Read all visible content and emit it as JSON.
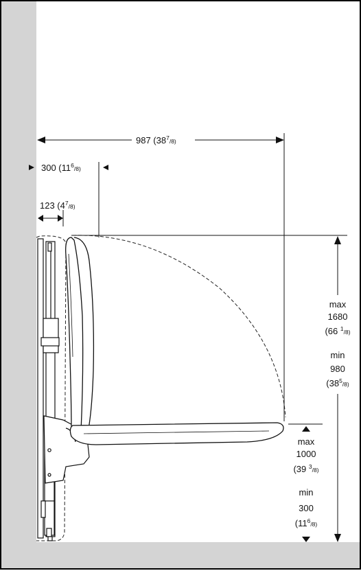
{
  "colors": {
    "wall": "#d4d4d4",
    "line": "#111111",
    "frame": "#000000",
    "background": "#ffffff"
  },
  "dimensions": {
    "overall_width": {
      "value": "987 (38",
      "sup": "7",
      "frac": "/8)"
    },
    "seat_offset": {
      "value": "300 (11",
      "sup": "6",
      "frac": "/8)"
    },
    "bracket_depth": {
      "value": "123 (4",
      "sup": "7",
      "frac": "/8)"
    },
    "height_total": {
      "max_label": "max",
      "max_value": "1680",
      "max_imperial": {
        "open": "(66 ",
        "sup": "1",
        "frac": "/8)"
      },
      "min_label": "min",
      "min_value": "980",
      "min_imperial": {
        "open": "(38",
        "sup": "5",
        "frac": "/8)"
      }
    },
    "seat_height": {
      "max_label": "max",
      "max_value": "1000",
      "max_imperial": {
        "open": "(39 ",
        "sup": "3",
        "frac": "/8)"
      },
      "min_label": "min",
      "min_value": "300",
      "min_imperial": {
        "open": "(11",
        "sup": "6",
        "frac": "/8)"
      }
    }
  }
}
